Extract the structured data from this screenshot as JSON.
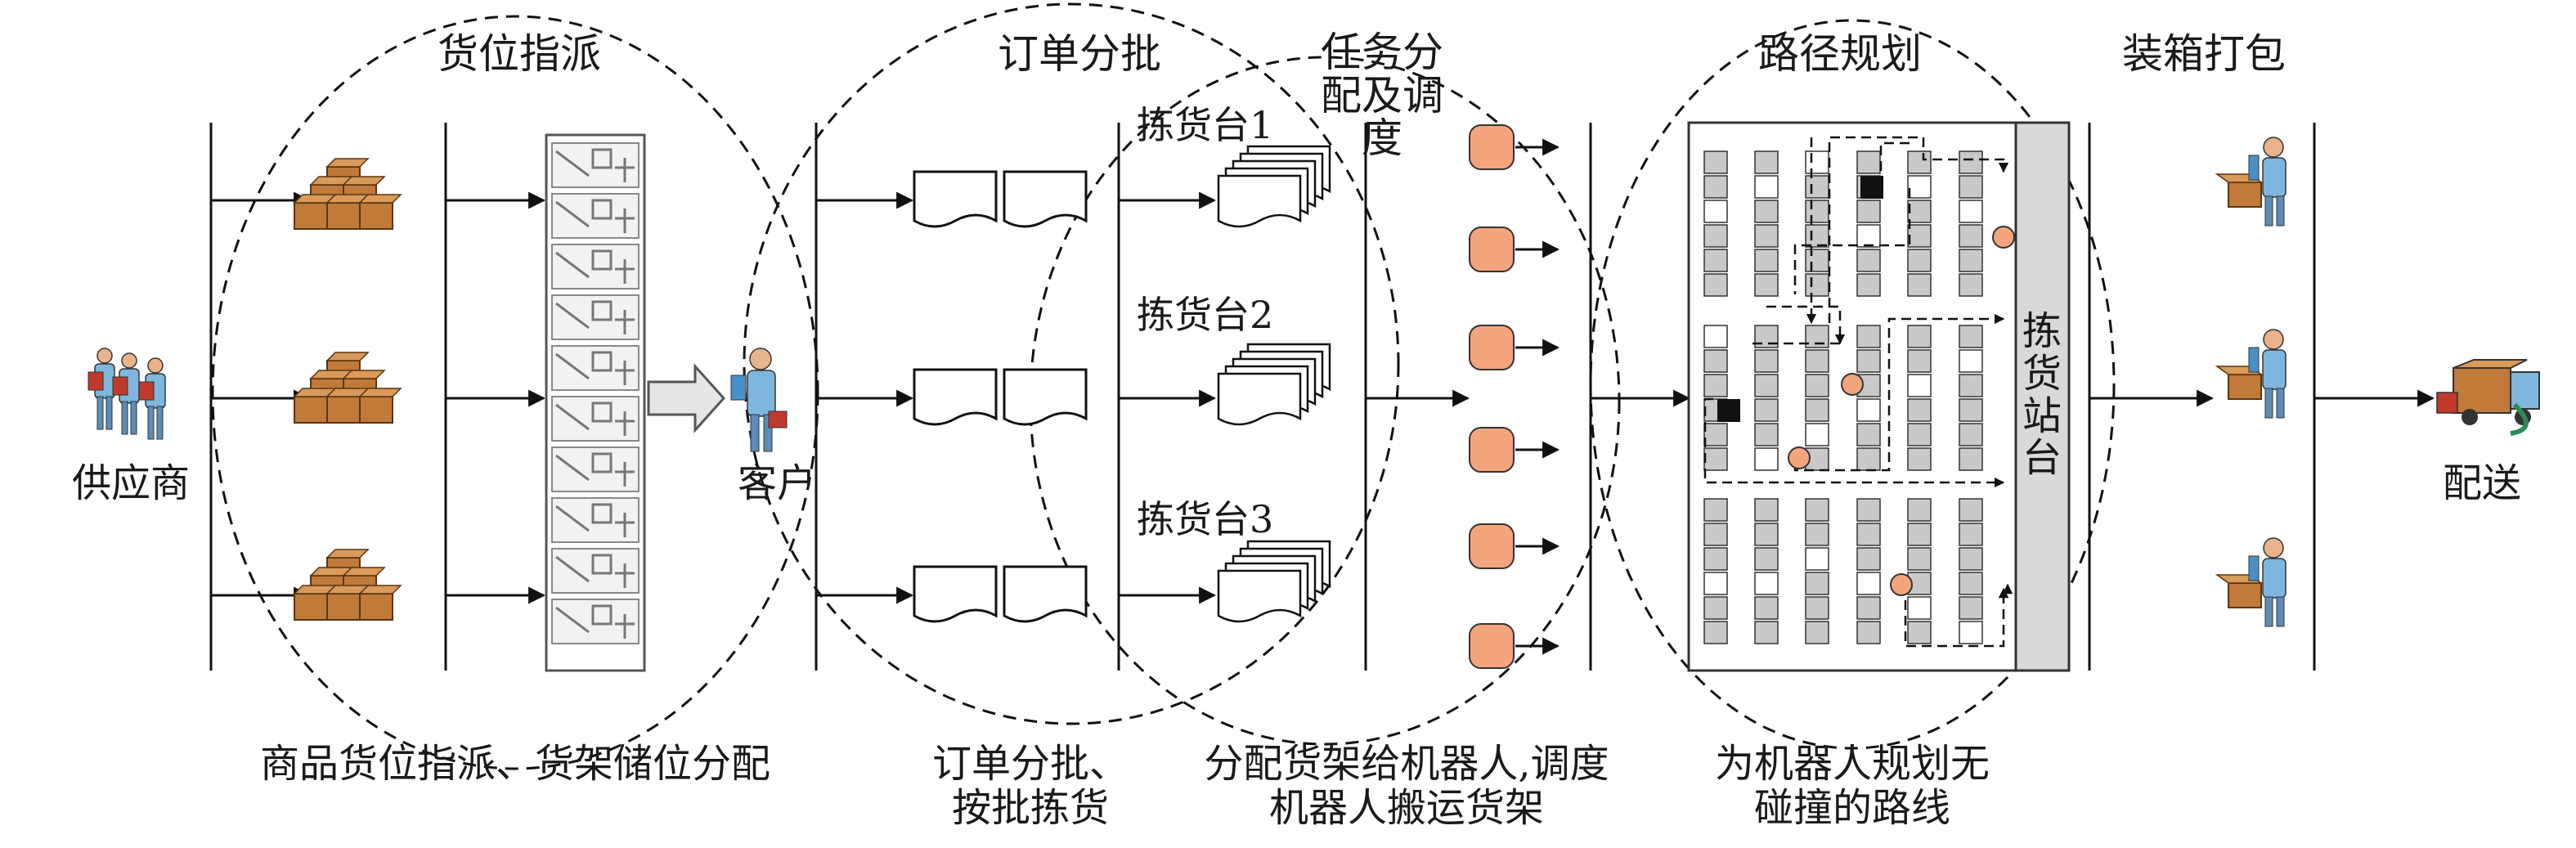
{
  "stages": {
    "slotting": "货位指派",
    "order_batching": "订单分批",
    "task_allocation": "任务分配及调度",
    "path_planning": "路径规划",
    "packing": "装箱打包"
  },
  "nodes": {
    "supplier": "供应商",
    "customer": "客户",
    "delivery": "配送",
    "station_1": "拣货台1",
    "station_2": "拣货台2",
    "station_3": "拣货台3",
    "picking_station": "拣货站台"
  },
  "captions": {
    "slotting": "商品货位指派、货架储位分配",
    "order_batching": "订单分批、按批拣货",
    "task_allocation": "分配货架给机器人,调度机器人搬运货架",
    "path_planning": "为机器人规划无碰撞的路线"
  },
  "colors": {
    "robot": "#F4A57D",
    "box": "#C07A3A",
    "person": "#7EB6DE",
    "station": "#D9D9D9",
    "shelf": "#C9C9C9",
    "obstacle": "#111111",
    "line": "#111111"
  },
  "icons": {
    "supplier": "supplier-people-icon",
    "goods": "goods-boxes-icon",
    "shelf": "storage-shelf-icon",
    "customer": "customer-icon",
    "order": "order-document-icon",
    "robot": "robot-icon",
    "packer": "packing-worker-icon",
    "truck": "delivery-truck-icon"
  }
}
